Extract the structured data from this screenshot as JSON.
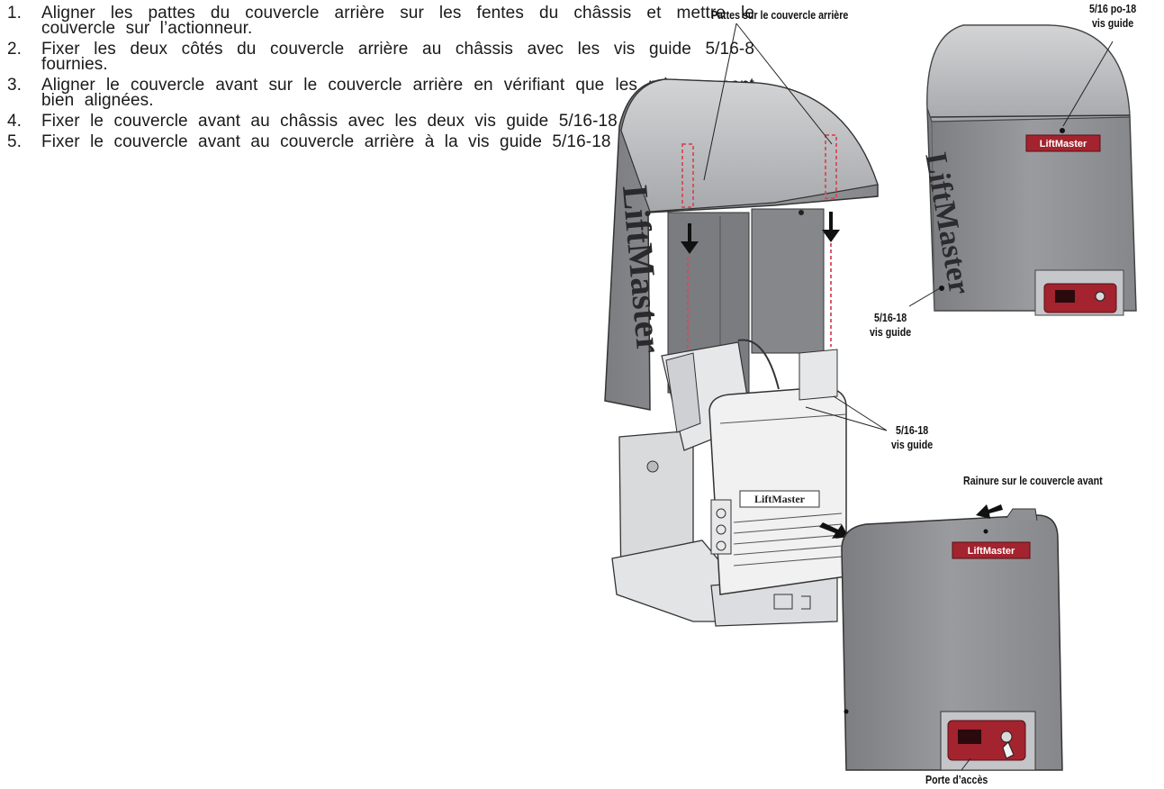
{
  "steps": [
    {
      "num": "1.",
      "text": "Aligner les pattes du couvercle arrière sur les fentes du châssis et mettre le couvercle sur l’actionneur."
    },
    {
      "num": "2.",
      "text": "Fixer les deux côtés du couvercle arrière au châssis avec les vis guide 5/16-8 fournies."
    },
    {
      "num": "3.",
      "text": "Aligner le couvercle avant sur le couvercle arrière en vérifiant que les rainures sont bien alignées."
    },
    {
      "num": "4.",
      "text": "Fixer le couvercle avant au châssis avec les deux vis guide 5/16-18 fournies."
    },
    {
      "num": "5.",
      "text": "Fixer le couvercle avant au couvercle arrière à la vis guide 5/16-18"
    }
  ],
  "callouts": {
    "tabs": "Pattes sur le couvercle arrière",
    "top_screw_1": "5/16 po-18",
    "top_screw_2": "vis guide",
    "side_screw_1": "5/16-18",
    "side_screw_2": "vis guide",
    "chassis_screw_1": "5/16-18",
    "chassis_screw_2": "vis guide",
    "groove": "Rainure sur le couvercle avant",
    "access_door": "Porte d’accès"
  },
  "brand": "LiftMaster",
  "colors": {
    "cover": "#8f9094",
    "cover_light": "#b9babd",
    "cover_dark": "#6f7074",
    "brand_red": "#a3232e",
    "guide_red": "#d64a5a"
  }
}
